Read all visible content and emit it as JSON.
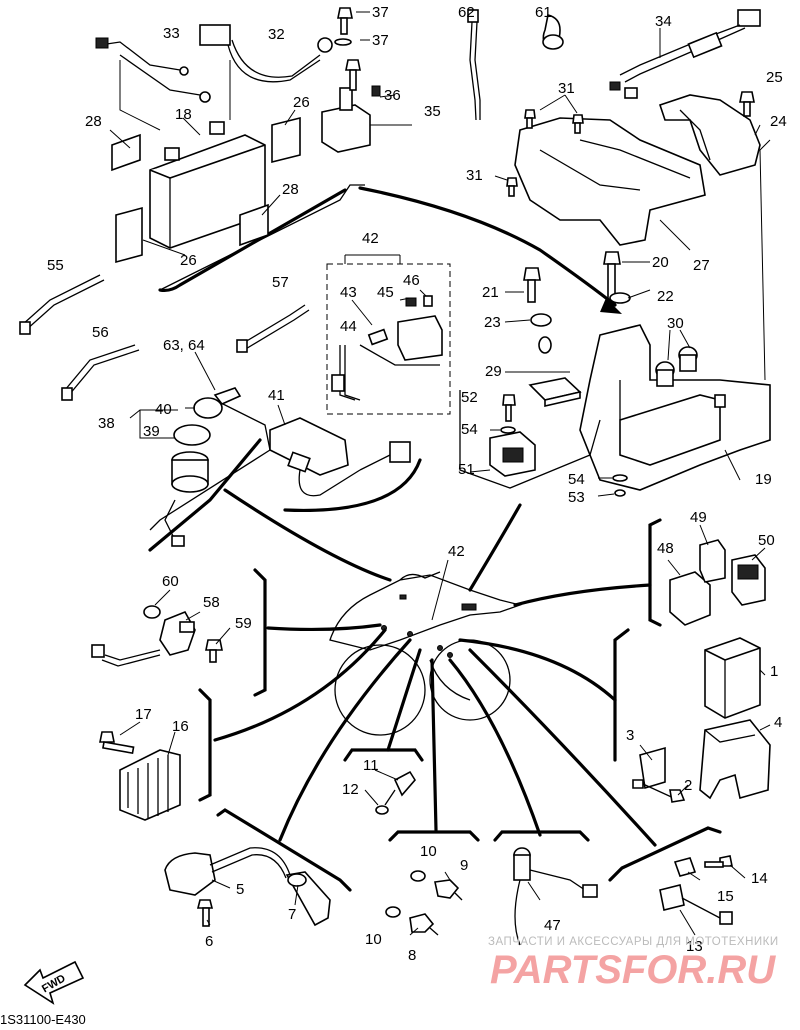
{
  "diagram": {
    "drawing_code": "1S31100-E430",
    "direction_arrow": "FWD",
    "watermark": {
      "tagline": "ЗАПЧАСТИ И АКСЕССУАРЫ ДЛЯ МОТОТЕХНИКИ",
      "brand": "PARTSFOR.RU"
    },
    "callouts": {
      "p1": "1",
      "p2": "2",
      "p3": "3",
      "p4": "4",
      "p5": "5",
      "p6": "6",
      "p7": "7",
      "p8": "8",
      "p9": "9",
      "p10a": "10",
      "p10b": "10",
      "p11": "11",
      "p12": "12",
      "p13": "13",
      "p14": "14",
      "p15": "15",
      "p16": "16",
      "p17": "17",
      "p18": "18",
      "p19": "19",
      "p20": "20",
      "p21": "21",
      "p22": "22",
      "p23": "23",
      "p24": "24",
      "p25": "25",
      "p26a": "26",
      "p26b": "26",
      "p27": "27",
      "p28a": "28",
      "p28b": "28",
      "p29": "29",
      "p30": "30",
      "p31a": "31",
      "p31b": "31",
      "p32": "32",
      "p33": "33",
      "p34": "34",
      "p35": "35",
      "p36": "36",
      "p37a": "37",
      "p37b": "37",
      "p38": "38",
      "p39": "39",
      "p40": "40",
      "p41": "41",
      "p42a": "42",
      "p42b": "42",
      "p43": "43",
      "p44": "44",
      "p45": "45",
      "p46": "46",
      "p47": "47",
      "p48": "48",
      "p49": "49",
      "p50": "50",
      "p51": "51",
      "p52": "52",
      "p53": "53",
      "p54a": "54",
      "p54b": "54",
      "p55": "55",
      "p56": "56",
      "p57": "57",
      "p58": "58",
      "p59": "59",
      "p60": "60",
      "p61": "61",
      "p62": "62",
      "p6364": "63, 64"
    }
  }
}
